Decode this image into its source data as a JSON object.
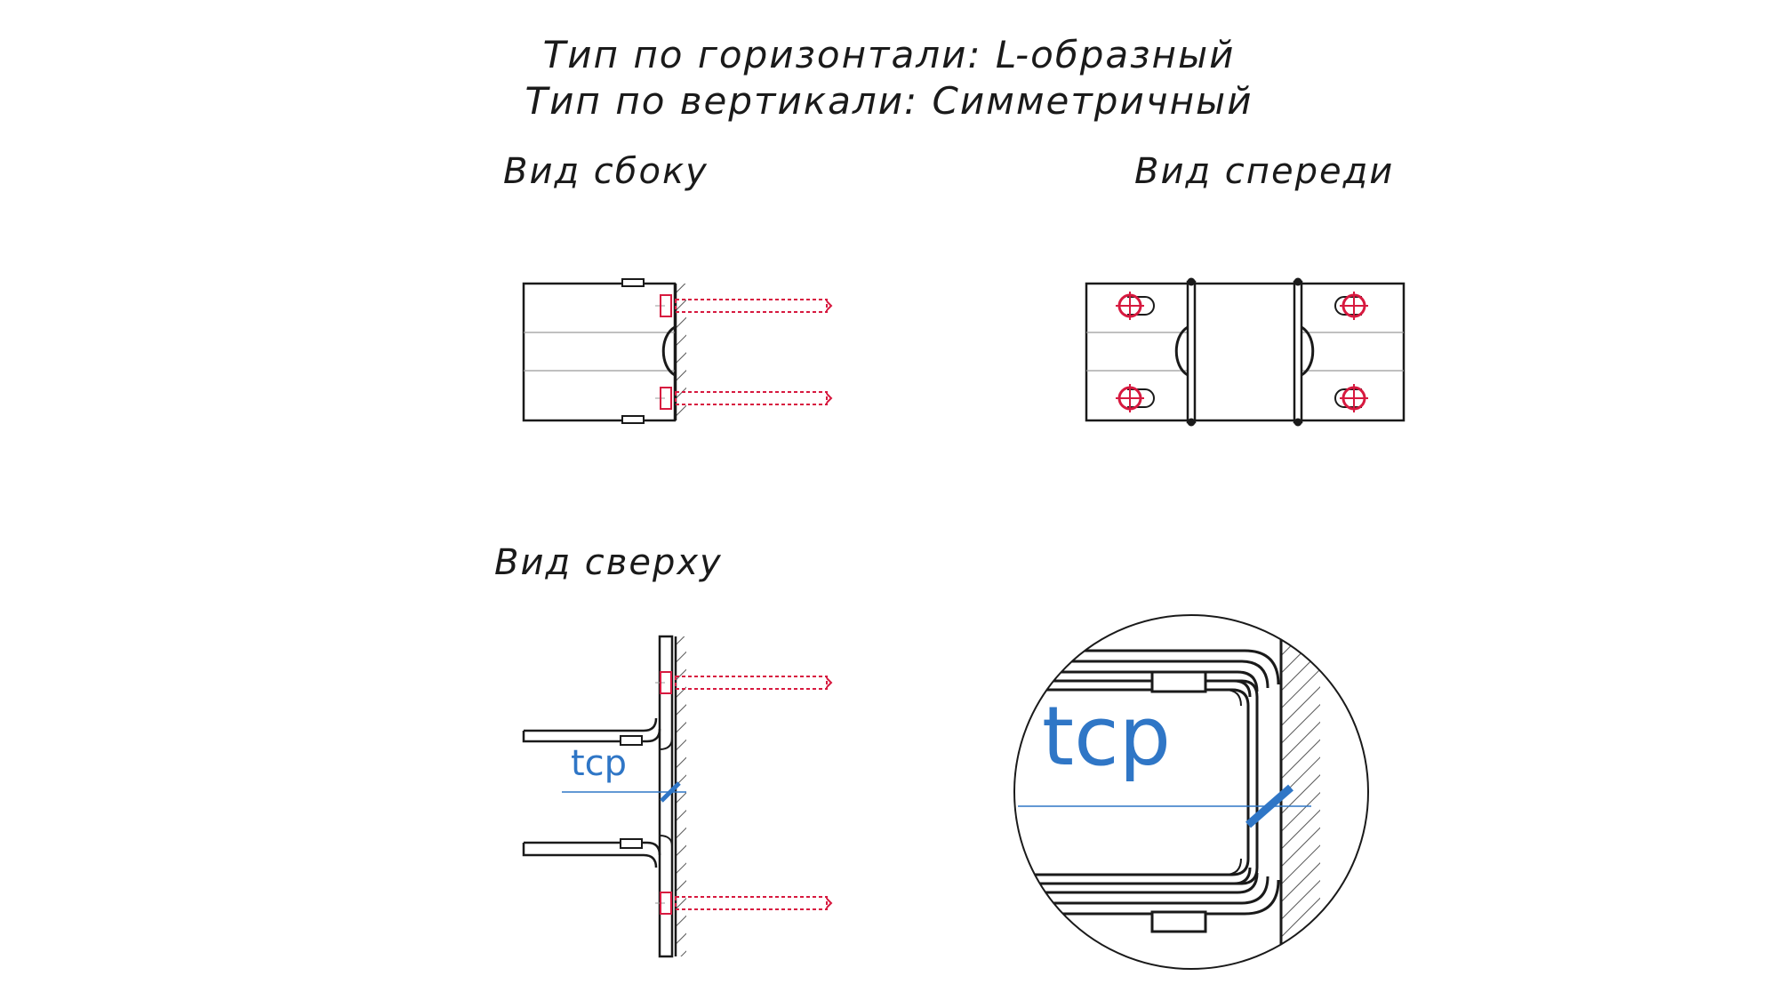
{
  "header": {
    "horizontal_type": "Тип по горизонтали: L-образный",
    "vertical_type": "Тип по вертикали: Симметричный"
  },
  "views": {
    "side": "Вид сбоку",
    "front": "Вид спереди",
    "top": "Вид сверху"
  },
  "dimension_label": "tср",
  "colors": {
    "outline": "#1a1a1a",
    "anchor": "#d7193f",
    "dimension": "#2f76c6",
    "hatch": "#555555",
    "guide": "#9a9a9a"
  }
}
